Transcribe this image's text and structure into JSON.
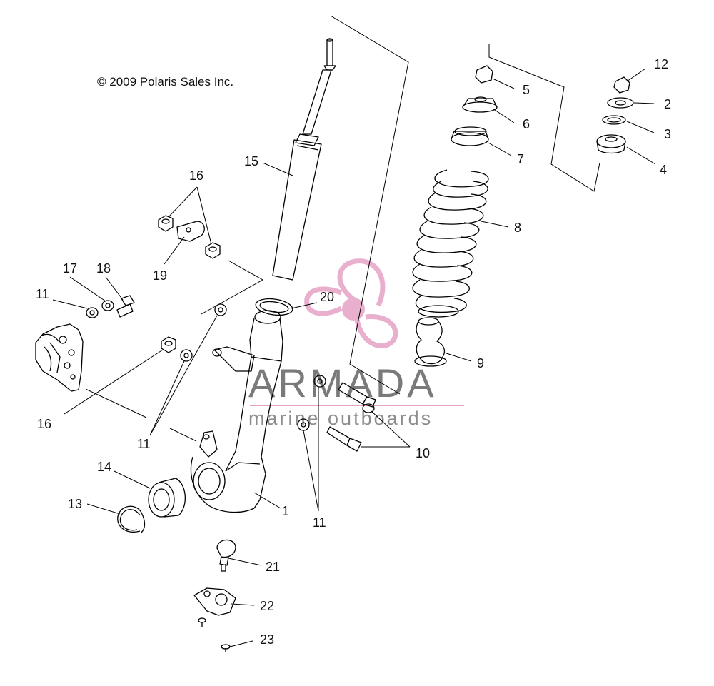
{
  "copyright": "© 2009 Polaris Sales Inc.",
  "watermark": {
    "title": "ARMADA",
    "subtitle": "marine outboards",
    "logo_color": "#e6a3c6"
  },
  "callouts": [
    {
      "id": "c1",
      "label": "1"
    },
    {
      "id": "c2",
      "label": "2"
    },
    {
      "id": "c3",
      "label": "3"
    },
    {
      "id": "c4",
      "label": "4"
    },
    {
      "id": "c5",
      "label": "5"
    },
    {
      "id": "c6",
      "label": "6"
    },
    {
      "id": "c7",
      "label": "7"
    },
    {
      "id": "c8",
      "label": "8"
    },
    {
      "id": "c9",
      "label": "9"
    },
    {
      "id": "c10",
      "label": "10"
    },
    {
      "id": "c11a",
      "label": "11"
    },
    {
      "id": "c11b",
      "label": "11"
    },
    {
      "id": "c11c",
      "label": "11"
    },
    {
      "id": "c12",
      "label": "12"
    },
    {
      "id": "c13",
      "label": "13"
    },
    {
      "id": "c14",
      "label": "14"
    },
    {
      "id": "c15",
      "label": "15"
    },
    {
      "id": "c16a",
      "label": "16"
    },
    {
      "id": "c16b",
      "label": "16"
    },
    {
      "id": "c17",
      "label": "17"
    },
    {
      "id": "c18",
      "label": "18"
    },
    {
      "id": "c19",
      "label": "19"
    },
    {
      "id": "c20",
      "label": "20"
    },
    {
      "id": "c21",
      "label": "21"
    },
    {
      "id": "c22",
      "label": "22"
    },
    {
      "id": "c23",
      "label": "23"
    }
  ]
}
